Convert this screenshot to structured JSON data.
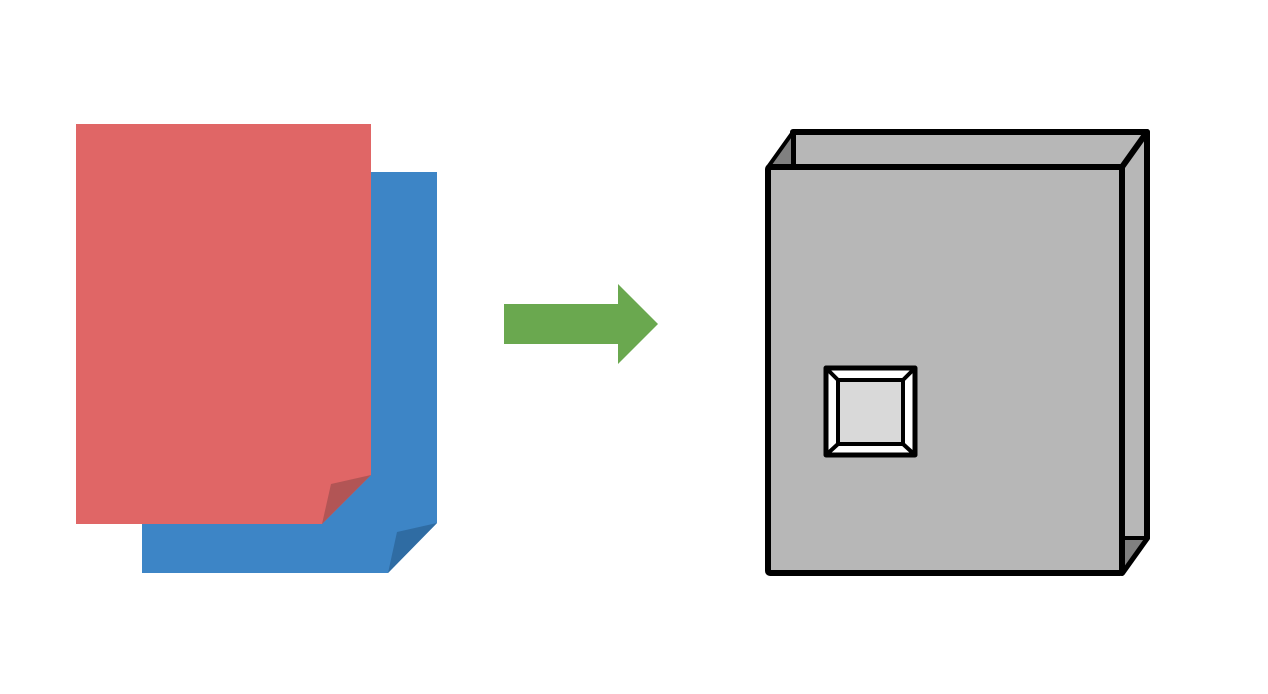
{
  "diagram": {
    "description_items": [
      {
        "id": "document-red",
        "icon": "document-page-icon",
        "color": "#E06666"
      },
      {
        "id": "document-blue",
        "icon": "document-page-icon",
        "color": "#3D85C6"
      },
      {
        "id": "arrow",
        "icon": "right-arrow-icon",
        "color": "#6AA84F"
      },
      {
        "id": "file-box",
        "icon": "file-box-icon",
        "color": "#B7B7B7"
      }
    ],
    "colors": {
      "red_page": "#E06666",
      "red_fold": "#B25555",
      "blue_page": "#3D85C6",
      "blue_fold": "#2F6CA3",
      "arrow": "#6AA84F",
      "box_fill": "#B7B7B7",
      "box_side": "#808080",
      "box_window": "#D9D9D9",
      "stroke": "#000000"
    }
  }
}
